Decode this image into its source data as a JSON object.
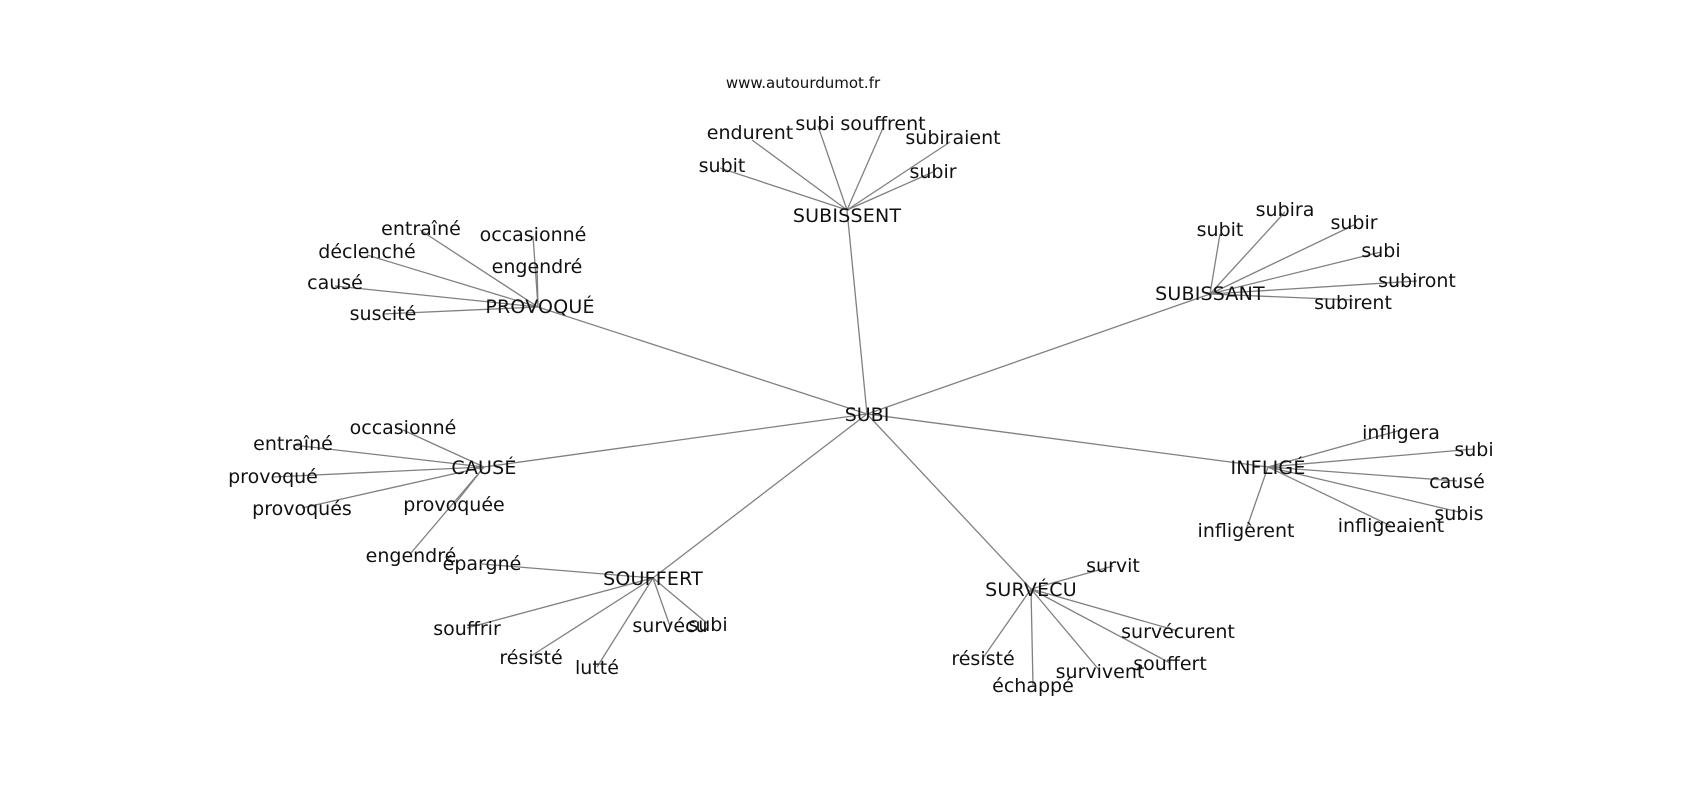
{
  "source_label": "www.autourdumot.fr",
  "graph": {
    "center": "SUBI",
    "clusters": [
      {
        "id": "subissent",
        "label": "SUBISSENT",
        "words": [
          "subit",
          "endurent",
          "subi",
          "souffrent",
          "subiraient",
          "subir"
        ]
      },
      {
        "id": "provoque",
        "label": "PROVOQUÉ",
        "words": [
          "entraîné",
          "occasionné",
          "déclenché",
          "engendré",
          "causé",
          "suscité"
        ]
      },
      {
        "id": "subissant",
        "label": "SUBISSANT",
        "words": [
          "subit",
          "subira",
          "subir",
          "subi",
          "subiront",
          "subirent"
        ]
      },
      {
        "id": "cause",
        "label": "CAUSÉ",
        "words": [
          "occasionné",
          "entraîné",
          "provoqué",
          "provoqués",
          "provoquée",
          "engendré"
        ]
      },
      {
        "id": "inflige",
        "label": "INFLIGÉ",
        "words": [
          "infligera",
          "subi",
          "causé",
          "subis",
          "infligeaient",
          "infligèrent"
        ]
      },
      {
        "id": "souffert",
        "label": "SOUFFERT",
        "words": [
          "épargné",
          "souffrir",
          "résisté",
          "lutté",
          "survécu",
          "subi"
        ]
      },
      {
        "id": "survecu",
        "label": "SURVÉCU",
        "words": [
          "survit",
          "survécurent",
          "souffert",
          "survivent",
          "échappé",
          "résisté"
        ]
      }
    ]
  }
}
